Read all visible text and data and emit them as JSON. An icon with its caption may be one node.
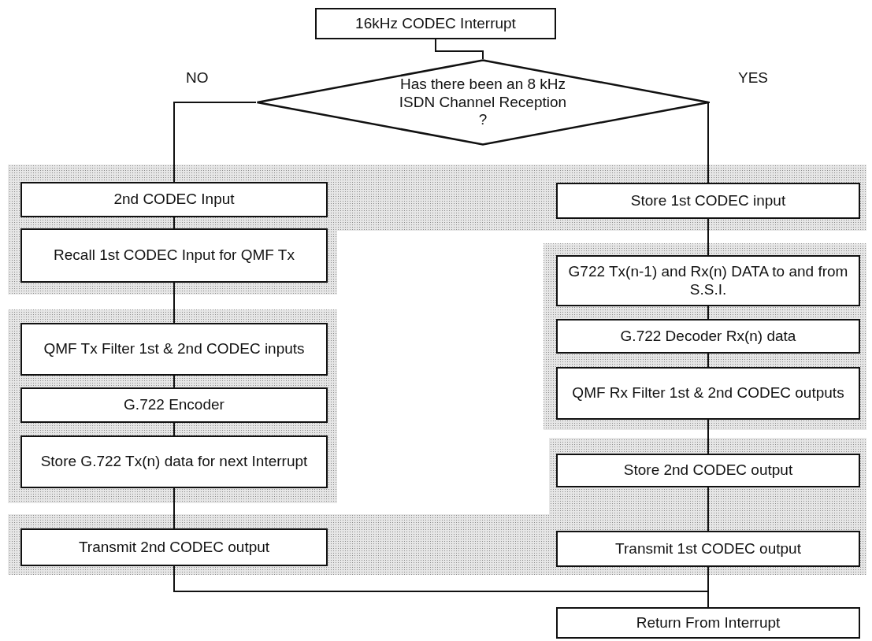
{
  "diagram": {
    "nodes": [
      {
        "text": [
          "16kHz CODEC Interrupt"
        ]
      },
      {
        "text": [
          "Has there been an 8 kHz ISDN Channel Reception ?"
        ]
      },
      {
        "text": [
          "2nd CODEC Input"
        ]
      },
      {
        "text": [
          "Recall 1st CODEC Input for QMF Tx"
        ]
      },
      {
        "text": [
          "QMF Tx Filter 1st & 2nd CODEC inputs"
        ]
      },
      {
        "text": [
          "G.722 Encoder"
        ]
      },
      {
        "text": [
          "Store G.722 Tx(n) data for next Interrupt"
        ]
      },
      {
        "text": [
          "Transmit 2nd CODEC output"
        ]
      },
      {
        "text": [
          "Store 1st CODEC input"
        ]
      },
      {
        "text": [
          "G722 Tx(n-1) and Rx(n) DATA to and from S.S.I."
        ]
      },
      {
        "text": [
          "G.722 Decoder Rx(n) data"
        ]
      },
      {
        "text": [
          "QMF Rx Filter 1st & 2nd CODEC outputs"
        ]
      },
      {
        "text": [
          "Store 2nd CODEC output"
        ]
      },
      {
        "text": [
          "Transmit 1st CODEC output"
        ]
      },
      {
        "text": [
          "Return From Interrupt"
        ]
      }
    ],
    "edges": [
      {
        "from": 0,
        "to": 1,
        "arrow": "none"
      },
      {
        "from": 1,
        "to": 2,
        "arrow": "none",
        "label": "NO"
      },
      {
        "from": 1,
        "to": 8,
        "arrow": "none",
        "label": "YES"
      },
      {
        "from": 2,
        "to": 3,
        "arrow": "none"
      },
      {
        "from": 3,
        "to": 4,
        "arrow": "none"
      },
      {
        "from": 4,
        "to": 5,
        "arrow": "none"
      },
      {
        "from": 5,
        "to": 6,
        "arrow": "none"
      },
      {
        "from": 6,
        "to": 7,
        "arrow": "none"
      },
      {
        "from": 8,
        "to": 9,
        "arrow": "none"
      },
      {
        "from": 9,
        "to": 10,
        "arrow": "none"
      },
      {
        "from": 10,
        "to": 11,
        "arrow": "none"
      },
      {
        "from": 11,
        "to": 12,
        "arrow": "none"
      },
      {
        "from": 12,
        "to": 13,
        "arrow": "none"
      },
      {
        "from": 7,
        "to": 14,
        "arrow": "none"
      },
      {
        "from": 13,
        "to": 14,
        "arrow": "none"
      }
    ]
  }
}
